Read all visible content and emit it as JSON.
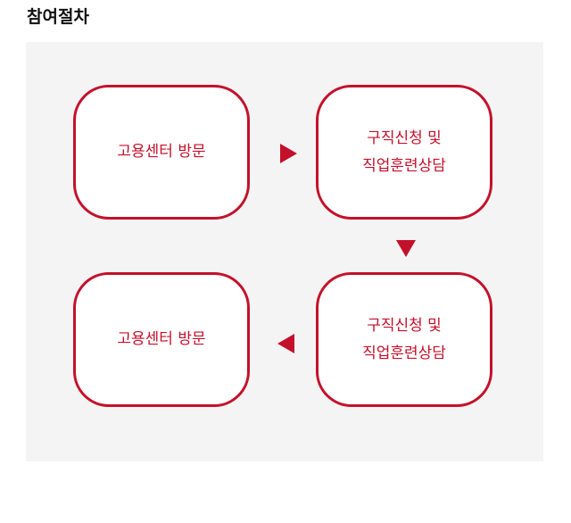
{
  "title": "참여절차",
  "steps": [
    {
      "lines": [
        "고용센터 방문"
      ]
    },
    {
      "lines": [
        "구직신청 및",
        "직업훈련상담"
      ]
    },
    {
      "lines": [
        "구직신청 및",
        "직업훈련상담"
      ]
    },
    {
      "lines": [
        "고용센터 방문"
      ]
    }
  ],
  "colors": {
    "accent": "#c4112b",
    "panel_background": "#f4f4f4",
    "title_text": "#111111"
  },
  "arrows": [
    "arrow-right",
    "arrow-down",
    "arrow-left"
  ]
}
